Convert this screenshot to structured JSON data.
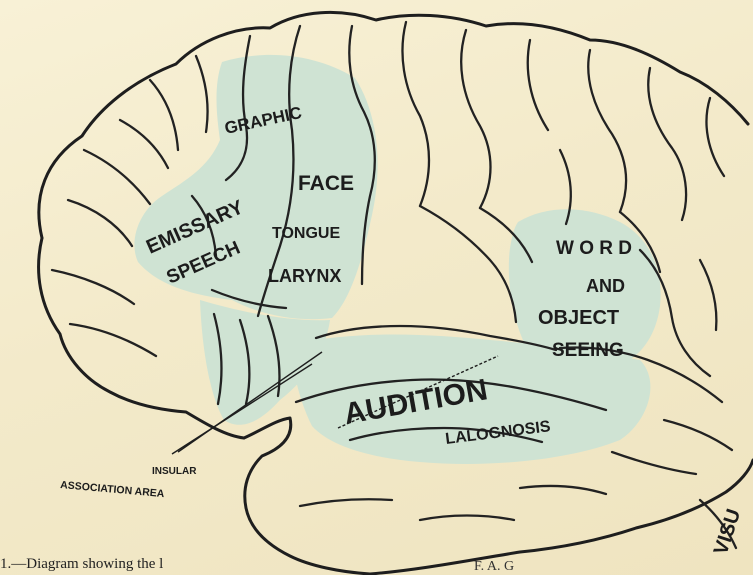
{
  "labels": {
    "graphic": "GRAPHIC",
    "face": "FACE",
    "emissary": "EMISSARY",
    "speech": "SPEECH",
    "tongue": "TONGUE",
    "larynx": "LARYNX",
    "word": "W O R D",
    "and": "AND",
    "object": "OBJECT",
    "seeing": "SEEING",
    "audition": "AUDITION",
    "lalognosis": "LALOGNOSIS",
    "insular_line1": "INSULAR",
    "insular_line2": "ASSOCIATION AREA",
    "visual": "VISU"
  },
  "caption": {
    "left": "1.—Diagram showing the l",
    "right": "F. A. G"
  },
  "colors": {
    "paper": "#f4eccb",
    "region_fill": "#cfe3d3",
    "outline": "#1e1e1e"
  }
}
